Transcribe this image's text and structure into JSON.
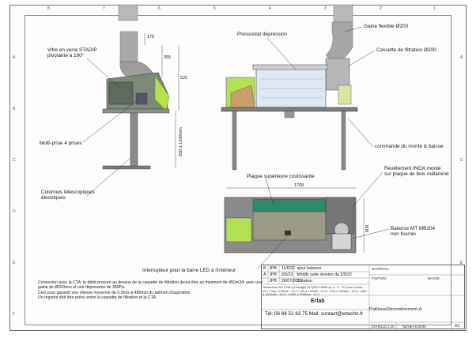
{
  "grid": {
    "top_numbers": [
      "8",
      "7",
      "6",
      "5",
      "4",
      "3",
      "2",
      "1"
    ],
    "side_letters": [
      "A",
      "B",
      "C",
      "D",
      "E",
      "F"
    ]
  },
  "labels": {
    "vitre": "Vitre en verre STADIP\npivotante à 160°",
    "multiprise": "Multi-prise 4 prises",
    "colonnes": "Colonnes télescopiques\nélectriques",
    "pressostat": "Pressostat dépression",
    "gaine": "Gaine flexible Ø200",
    "cassette": "Cassette de filtration Ø200",
    "commande": "commande du monte & baisse",
    "plaque": "Plaque supérieure coulissante",
    "revetement": "Revêtement INOX monté\nsur plaque de bois mélaminé",
    "balance": "Balance MT MB204\nnon fournie",
    "interrupteur": "Interrupteur pour la barre LED à l'intérieur"
  },
  "dimensions": {
    "d175": "175",
    "d355": "355",
    "d525": "525",
    "d830": "830 à 1330mm",
    "d1768": "1768",
    "d808": "808"
  },
  "note": "Connexion avec la CTA: le débit procuré au dessus de la cassette de filtration devra être au minimum de 450m3/h avec une gaine de Ø200mm et une dépression de 300Pa.\nCeci pour garantir une vitesse moyenne de 0.3m/s à 480mm du plénum d'aspiration.\nUn registre doit être prévu entre la cassette de filtration et la CTA.",
  "title_block": {
    "revisions": [
      {
        "rev": "B",
        "author": "JPB",
        "date": "11/6/22",
        "desc": "ajout balance"
      },
      {
        "rev": "A",
        "author": "JPB",
        "date": "3/5/22",
        "desc": "Modifs suite réunion du 3/5/22"
      },
      {
        "rev": "-",
        "author": "JPB",
        "date": "28/07/2019",
        "desc": "Création"
      }
    ],
    "tolerances": "Tolérances ISO 2768-f (Usinage) Fin (ISO 13920-A) +/- 1° : 0.5 mm à 6mm : ±0.1 / Sup. à 30mm : ±0.3 / >30 à 120mm : ±0.3 / >120 à 400mm : ±0.5 / >400 à 1000mm : ±0.8 / >1000 à 2000mm : ±1.2",
    "logo": "Erlab",
    "contact": "Tél: 06 86 51 63 75 Mail: contact@ertechn.fr",
    "materiau_label": "MATERIAU:",
    "finition_label": "FINITION:",
    "masse_label": "MASSE:",
    "title": "PaillasseDénombrement-A",
    "echelle_label": "ECHELLE:1:15",
    "numero_label": "Nombre Echelle",
    "format": "A3"
  }
}
